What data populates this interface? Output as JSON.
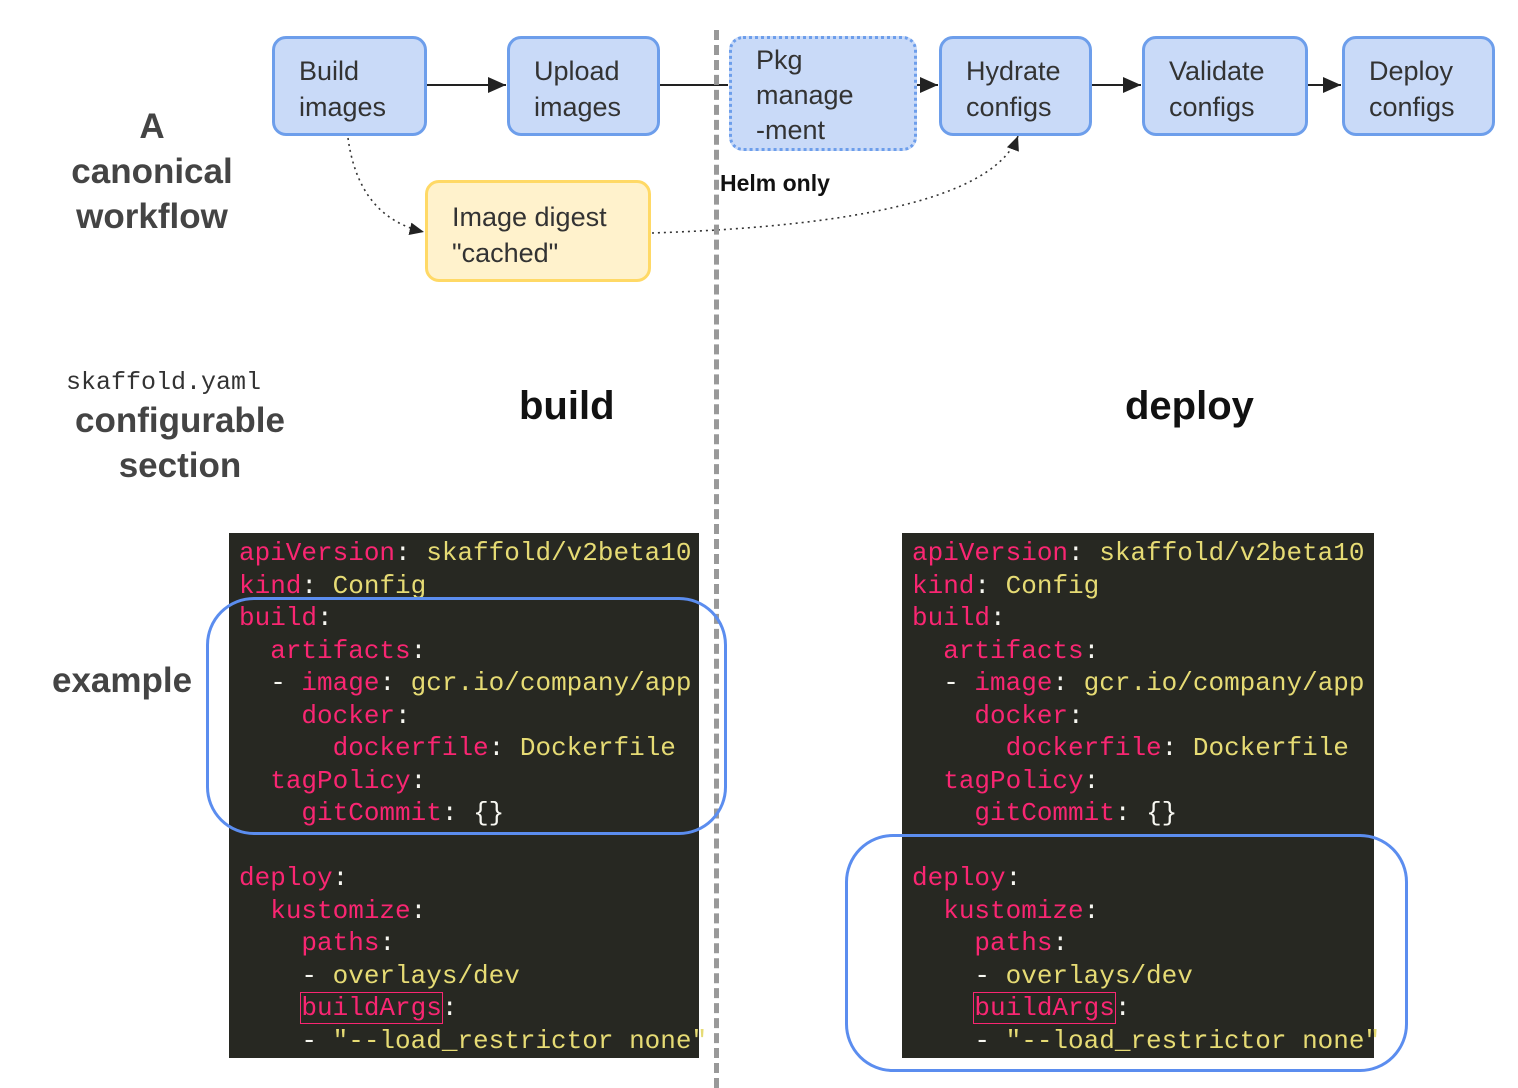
{
  "workflow": {
    "label_lines": [
      "A",
      "canonical",
      "workflow"
    ],
    "steps": [
      {
        "id": "build",
        "lines": [
          "Build",
          "images"
        ],
        "style": "solid"
      },
      {
        "id": "upload",
        "lines": [
          "Upload",
          "images"
        ],
        "style": "solid"
      },
      {
        "id": "pkg",
        "lines": [
          "Pkg",
          "manage",
          "-ment"
        ],
        "style": "dotted"
      },
      {
        "id": "hydrate",
        "lines": [
          "Hydrate",
          "configs"
        ],
        "style": "solid"
      },
      {
        "id": "validate",
        "lines": [
          "Validate",
          "configs"
        ],
        "style": "solid"
      },
      {
        "id": "deploy",
        "lines": [
          "Deploy",
          "configs"
        ],
        "style": "solid"
      }
    ],
    "cache_box": {
      "lines": [
        "Image digest",
        "\"cached\""
      ]
    },
    "helm_note": "Helm only"
  },
  "section": {
    "file_label": "skaffold.yaml",
    "label_lines": [
      "configurable",
      "section"
    ],
    "build_title": "build",
    "deploy_title": "deploy"
  },
  "example_label": "example",
  "code_lines": [
    [
      [
        "k",
        "apiVersion"
      ],
      [
        "p",
        ": "
      ],
      [
        "v",
        "skaffold/v2beta10"
      ]
    ],
    [
      [
        "k",
        "kind"
      ],
      [
        "p",
        ": "
      ],
      [
        "v",
        "Config"
      ]
    ],
    [
      [
        "k",
        "build"
      ],
      [
        "p",
        ":"
      ]
    ],
    [
      [
        "p",
        "  "
      ],
      [
        "k",
        "artifacts"
      ],
      [
        "p",
        ":"
      ]
    ],
    [
      [
        "p",
        "  - "
      ],
      [
        "k",
        "image"
      ],
      [
        "p",
        ": "
      ],
      [
        "v",
        "gcr.io/company/app"
      ]
    ],
    [
      [
        "p",
        "    "
      ],
      [
        "k",
        "docker"
      ],
      [
        "p",
        ":"
      ]
    ],
    [
      [
        "p",
        "      "
      ],
      [
        "k",
        "dockerfile"
      ],
      [
        "p",
        ": "
      ],
      [
        "v",
        "Dockerfile"
      ]
    ],
    [
      [
        "p",
        "  "
      ],
      [
        "k",
        "tagPolicy"
      ],
      [
        "p",
        ":"
      ]
    ],
    [
      [
        "p",
        "    "
      ],
      [
        "k",
        "gitCommit"
      ],
      [
        "p",
        ": {}"
      ]
    ],
    [
      [
        "p",
        ""
      ]
    ],
    [
      [
        "k",
        "deploy"
      ],
      [
        "p",
        ":"
      ]
    ],
    [
      [
        "p",
        "  "
      ],
      [
        "k",
        "kustomize"
      ],
      [
        "p",
        ":"
      ]
    ],
    [
      [
        "p",
        "    "
      ],
      [
        "k",
        "paths"
      ],
      [
        "p",
        ":"
      ]
    ],
    [
      [
        "p",
        "    - "
      ],
      [
        "v",
        "overlays/dev"
      ]
    ],
    [
      [
        "p",
        "    "
      ],
      [
        "kb",
        "buildArgs"
      ],
      [
        "p",
        ":"
      ]
    ],
    [
      [
        "p",
        "    - "
      ],
      [
        "v",
        "\"--load_restrictor none\""
      ]
    ]
  ],
  "colors": {
    "box_fill": "#c9daf8",
    "box_border": "#6d9eeb",
    "cache_fill": "#fff2cc",
    "cache_border": "#ffd966",
    "code_bg": "#272822",
    "code_key": "#f92672",
    "code_value": "#e6db74",
    "highlight": "#5b8def"
  }
}
